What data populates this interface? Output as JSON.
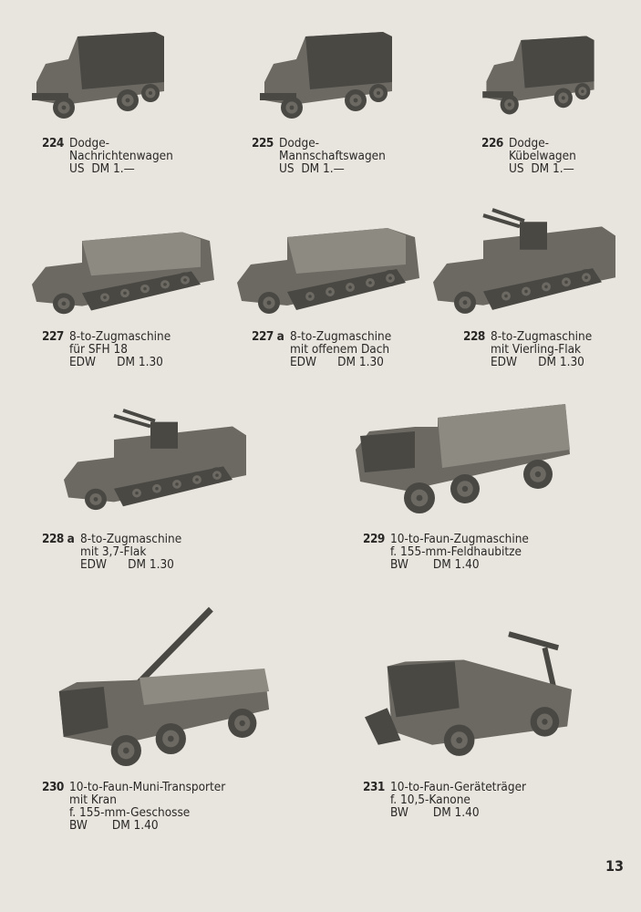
{
  "items": [
    {
      "number": "224",
      "lines": [
        "Dodge-",
        "Nachrichtenwagen",
        "US  DM 1.—"
      ]
    },
    {
      "number": "225",
      "lines": [
        "Dodge-",
        "Mannschaftswagen",
        "US  DM 1.—"
      ]
    },
    {
      "number": "226",
      "lines": [
        "Dodge-",
        "Kübelwagen",
        "US  DM 1.—"
      ]
    },
    {
      "number": "227",
      "lines": [
        "8-to-Zugmaschine",
        "für SFH 18",
        "EDW      DM 1.30"
      ]
    },
    {
      "number": "227 a",
      "lines": [
        "8-to-Zugmaschine",
        "mit offenem Dach",
        "EDW      DM 1.30"
      ]
    },
    {
      "number": "228",
      "lines": [
        "8-to-Zugmaschine",
        "mit Vierling-Flak",
        "EDW      DM 1.30"
      ]
    },
    {
      "number": "228 a",
      "lines": [
        "8-to-Zugmaschine",
        "mit 3,7-Flak",
        "EDW      DM 1.30"
      ]
    },
    {
      "number": "229",
      "lines": [
        "10-to-Faun-Zugmaschine",
        "f. 155-mm-Feldhaubitze",
        "BW       DM 1.40"
      ]
    },
    {
      "number": "230",
      "lines": [
        "10-to-Faun-Muni-Transporter",
        "mit Kran",
        "f. 155-mm-Geschosse",
        "BW       DM 1.40"
      ]
    },
    {
      "number": "231",
      "lines": [
        "10-to-Faun-Geräteträger",
        "f. 10,5-Kanone",
        "BW       DM 1.40"
      ]
    }
  ],
  "page_number": "13"
}
